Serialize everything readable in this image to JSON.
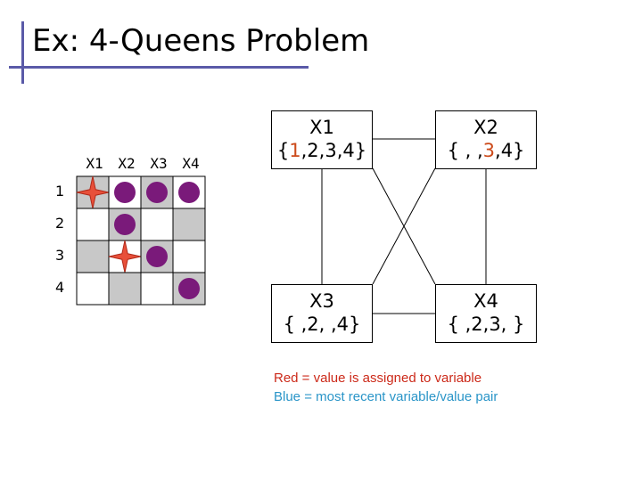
{
  "title": "Ex: 4-Queens Problem",
  "board": {
    "columns": [
      "X1",
      "X2",
      "X3",
      "X4"
    ],
    "rows": [
      "1",
      "2",
      "3",
      "4"
    ],
    "cells": [
      [
        "queen",
        "circle",
        "circle",
        "circle"
      ],
      [
        "empty",
        "circle",
        "empty",
        "empty"
      ],
      [
        "empty",
        "queen",
        "circle",
        "empty"
      ],
      [
        "empty",
        "empty",
        "empty",
        "circle"
      ]
    ],
    "colors": {
      "dark": "#c8c8c8",
      "light": "#ffffff",
      "circle": "#7a1a7a",
      "queen": "#e8503a"
    }
  },
  "nodes": {
    "x1": {
      "name": "X1",
      "open": "{",
      "highlight": "1",
      "rest": ",2,3,4}"
    },
    "x2": {
      "name": "X2",
      "open": "{ , ,",
      "highlight": "3",
      "rest": ",4}"
    },
    "x3": {
      "name": "X3",
      "domain": "{ ,2, ,4}"
    },
    "x4": {
      "name": "X4",
      "domain": "{ ,2,3, }"
    }
  },
  "legend": {
    "red": "Red = value is assigned to variable",
    "blue": "Blue = most recent variable/value pair"
  }
}
